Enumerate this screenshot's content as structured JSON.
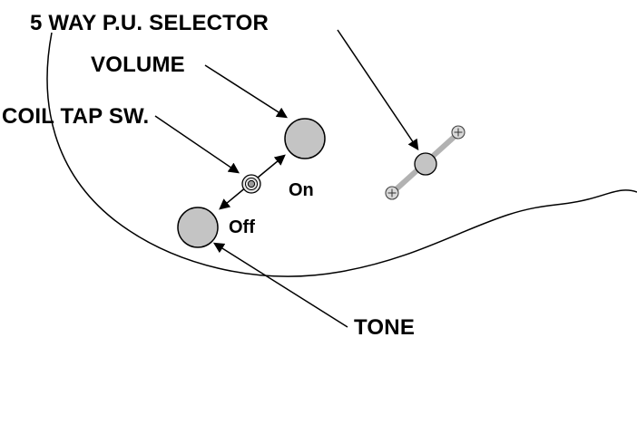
{
  "diagram": {
    "labels": {
      "selector": "5 WAY P.U. SELECTOR",
      "volume": "VOLUME",
      "coil_tap": "COIL TAP SW.",
      "tone": "TONE",
      "on": "On",
      "off": "Off"
    },
    "colors": {
      "background": "#ffffff",
      "line": "#000000",
      "knob_fill": "#c4c4c4",
      "knob_stroke": "#000000",
      "switch_outer_fill": "#e8e8e8",
      "switch_inner_fill": "#9a9a9a",
      "lever": "#b2b2b2",
      "screw_fill": "#d9d9d9"
    }
  }
}
